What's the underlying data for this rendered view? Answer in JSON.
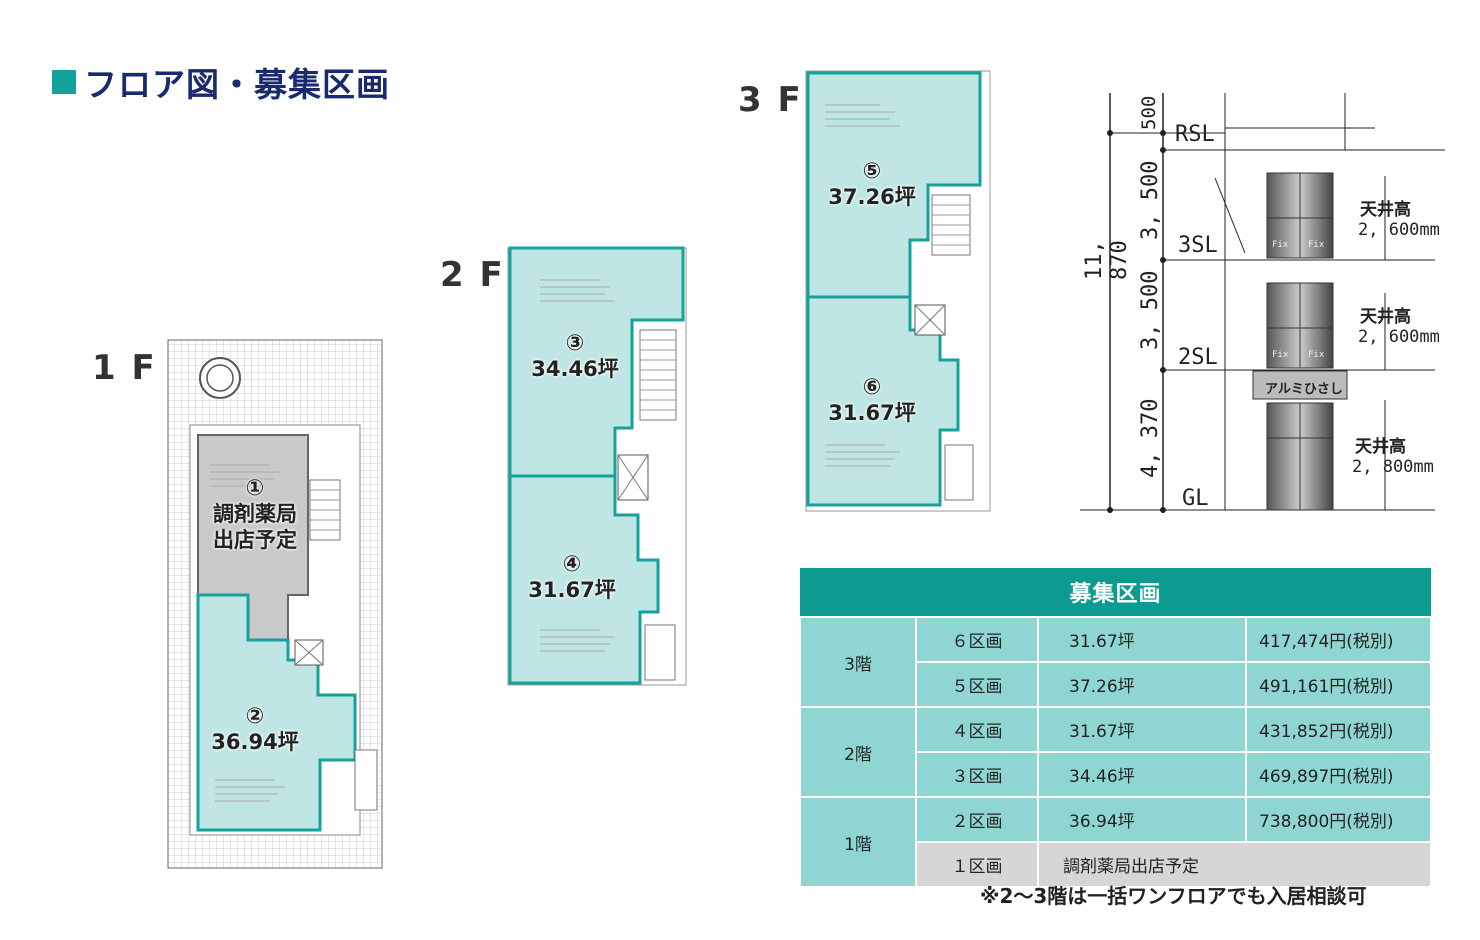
{
  "page": {
    "title": "フロア図・募集区画",
    "footnote": "※2～3階は一括ワンフロアでも入居相談可"
  },
  "floors": {
    "f1": "1 F",
    "f2": "2 F",
    "f3": "3 F"
  },
  "rooms": {
    "r1": {
      "num": "①",
      "line1": "調剤薬局",
      "line2": "出店予定"
    },
    "r2": {
      "num": "②",
      "area": "36.94坪"
    },
    "r3": {
      "num": "③",
      "area": "34.46坪"
    },
    "r4": {
      "num": "④",
      "area": "31.67坪"
    },
    "r5": {
      "num": "⑤",
      "area": "37.26坪"
    },
    "r6": {
      "num": "⑥",
      "area": "31.67坪"
    }
  },
  "elevation": {
    "total": "11, 870",
    "dim_top": "500",
    "dim_3f": "3, 500",
    "dim_2f": "3, 500",
    "dim_1f": "4, 370",
    "rsl": "RSL",
    "sl3": "3SL",
    "sl2": "2SL",
    "gl": "GL",
    "ceiling_label": "天井高",
    "ceiling_3f": "2, 600mm",
    "ceiling_2f": "2, 600mm",
    "ceiling_1f": "2, 800mm",
    "awning": "アルミひさし",
    "fix": "Fix"
  },
  "table": {
    "header": "募集区画",
    "rows": [
      {
        "floor": "3階",
        "section": "６区画",
        "area": "31.67坪",
        "price": "417,474円(税別)"
      },
      {
        "floor": "",
        "section": "５区画",
        "area": "37.26坪",
        "price": "491,161円(税別)"
      },
      {
        "floor": "2階",
        "section": "４区画",
        "area": "31.67坪",
        "price": "431,852円(税別)"
      },
      {
        "floor": "",
        "section": "３区画",
        "area": "34.46坪",
        "price": "469,897円(税別)"
      },
      {
        "floor": "1階",
        "section": "２区画",
        "area": "36.94坪",
        "price": "738,800円(税別)"
      },
      {
        "floor": "",
        "section": "１区画",
        "area": "",
        "price": "調剤薬局出店予定"
      }
    ]
  },
  "colors": {
    "teal": "#14a39c",
    "teal_fill": "#bfe6e4",
    "gray_fill": "#c9c9c9",
    "navy": "#1a2a6e"
  }
}
